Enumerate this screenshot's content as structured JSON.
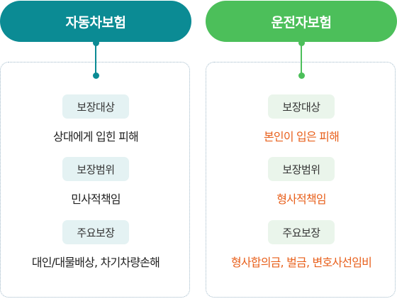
{
  "colors": {
    "teal": "#0b8b94",
    "green": "#4cbf5a",
    "orange_text": "#e8601c"
  },
  "columns": [
    {
      "title": "자동차보험",
      "sections": [
        {
          "label": "보장대상",
          "value": "상대에게 입힌 피해"
        },
        {
          "label": "보장범위",
          "value": "민사적책임"
        },
        {
          "label": "주요보장",
          "value": "대인/대물배상, 차기차량손해"
        }
      ]
    },
    {
      "title": "운전자보험",
      "sections": [
        {
          "label": "보장대상",
          "value": "본인이 입은 피해"
        },
        {
          "label": "보장범위",
          "value": "형사적책임"
        },
        {
          "label": "주요보장",
          "value": "형사합의금, 벌금, 변호사선임비"
        }
      ]
    }
  ]
}
